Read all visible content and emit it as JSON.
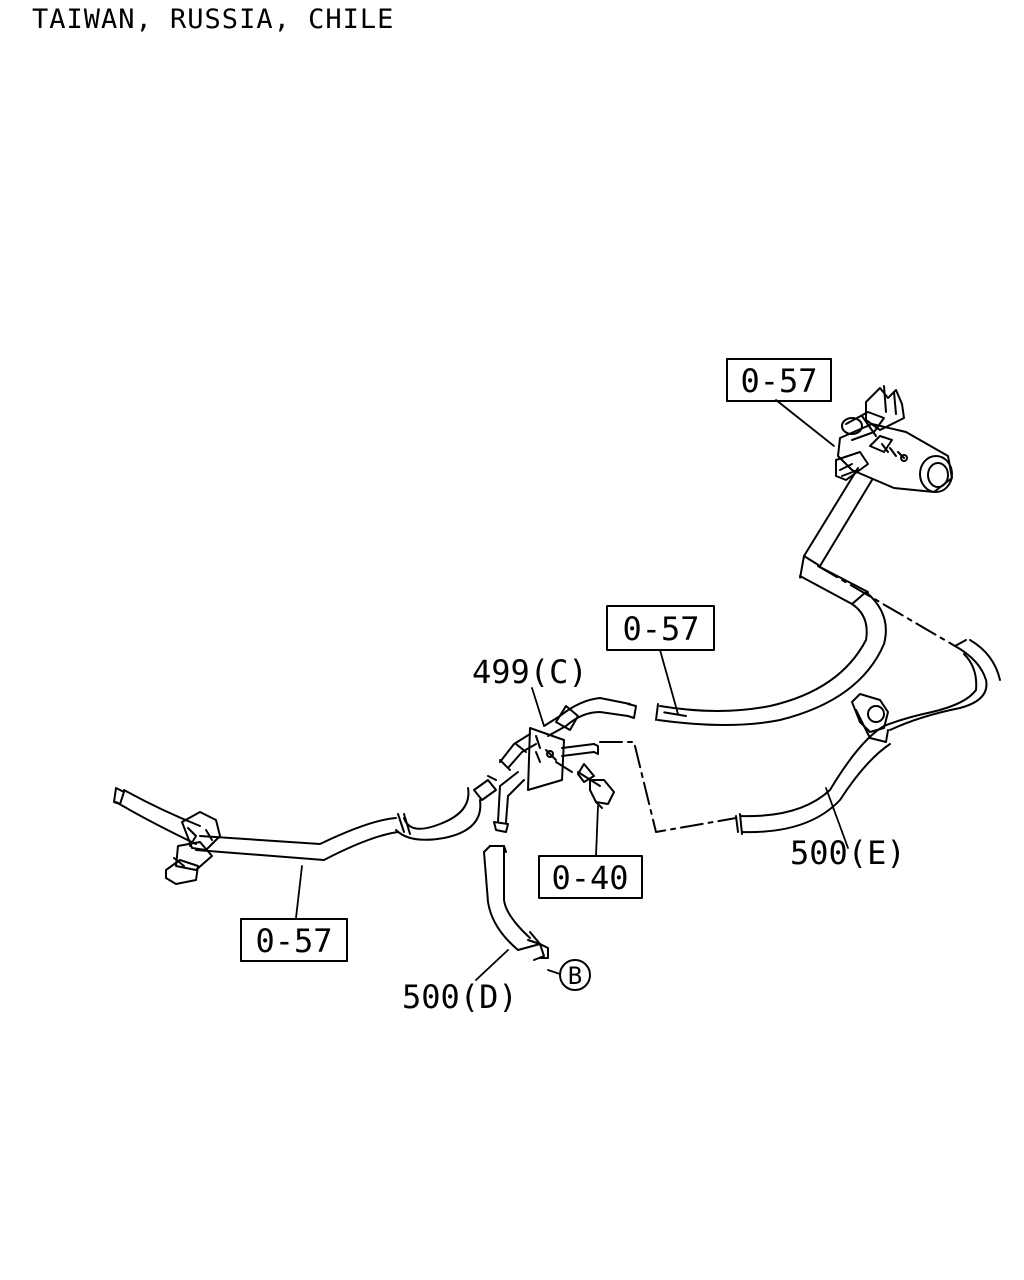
{
  "caption": "TAIWAN, RUSSIA, CHILE",
  "ref_boxes": {
    "top_right": "0-57",
    "middle": "0-57",
    "lower_left": "0-57",
    "bolt": "0-40"
  },
  "part_labels": {
    "joint": "499(C)",
    "hose_e": "500(E)",
    "hose_d": "500(D)"
  },
  "connector_marker": "B",
  "colors": {
    "line": "#000000",
    "background": "#ffffff"
  }
}
